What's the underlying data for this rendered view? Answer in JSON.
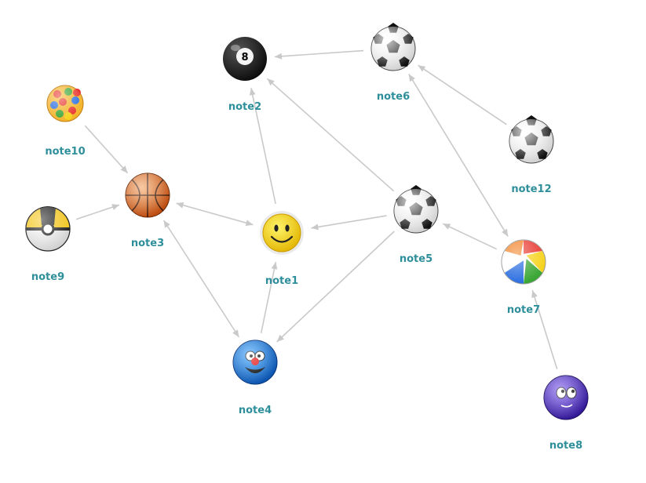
{
  "nodes": [
    {
      "id": "note1",
      "label": "note1",
      "icon": "smiley-ball-icon"
    },
    {
      "id": "note2",
      "label": "note2",
      "icon": "eight-ball-icon"
    },
    {
      "id": "note3",
      "label": "note3",
      "icon": "basketball-icon"
    },
    {
      "id": "note4",
      "label": "note4",
      "icon": "blue-face-ball-icon"
    },
    {
      "id": "note5",
      "label": "note5",
      "icon": "soccer-ball-icon"
    },
    {
      "id": "note6",
      "label": "note6",
      "icon": "soccer-ball-icon"
    },
    {
      "id": "note7",
      "label": "note7",
      "icon": "beach-ball-icon"
    },
    {
      "id": "note8",
      "label": "note8",
      "icon": "purple-face-ball-icon"
    },
    {
      "id": "note9",
      "label": "note9",
      "icon": "ultra-ball-icon"
    },
    {
      "id": "note10",
      "label": "note10",
      "icon": "colorful-ball-icon"
    },
    {
      "id": "note12",
      "label": "note12",
      "icon": "soccer-ball-icon"
    }
  ],
  "edges": [
    {
      "from": "note1",
      "to": "note2",
      "direction": "forward"
    },
    {
      "from": "note3",
      "to": "note1",
      "direction": "both"
    },
    {
      "from": "note3",
      "to": "note4",
      "direction": "both"
    },
    {
      "from": "note4",
      "to": "note1",
      "direction": "forward"
    },
    {
      "from": "note5",
      "to": "note1",
      "direction": "forward"
    },
    {
      "from": "note5",
      "to": "note2",
      "direction": "forward"
    },
    {
      "from": "note5",
      "to": "note4",
      "direction": "forward"
    },
    {
      "from": "note6",
      "to": "note2",
      "direction": "forward"
    },
    {
      "from": "note12",
      "to": "note6",
      "direction": "forward"
    },
    {
      "from": "note6",
      "to": "note7",
      "direction": "both"
    },
    {
      "from": "note7",
      "to": "note5",
      "direction": "forward"
    },
    {
      "from": "note8",
      "to": "note7",
      "direction": "forward"
    },
    {
      "from": "note9",
      "to": "note3",
      "direction": "forward"
    },
    {
      "from": "note10",
      "to": "note3",
      "direction": "forward"
    }
  ],
  "colors": {
    "label": "#2e8f9b",
    "edge": "#c9c9c9"
  }
}
